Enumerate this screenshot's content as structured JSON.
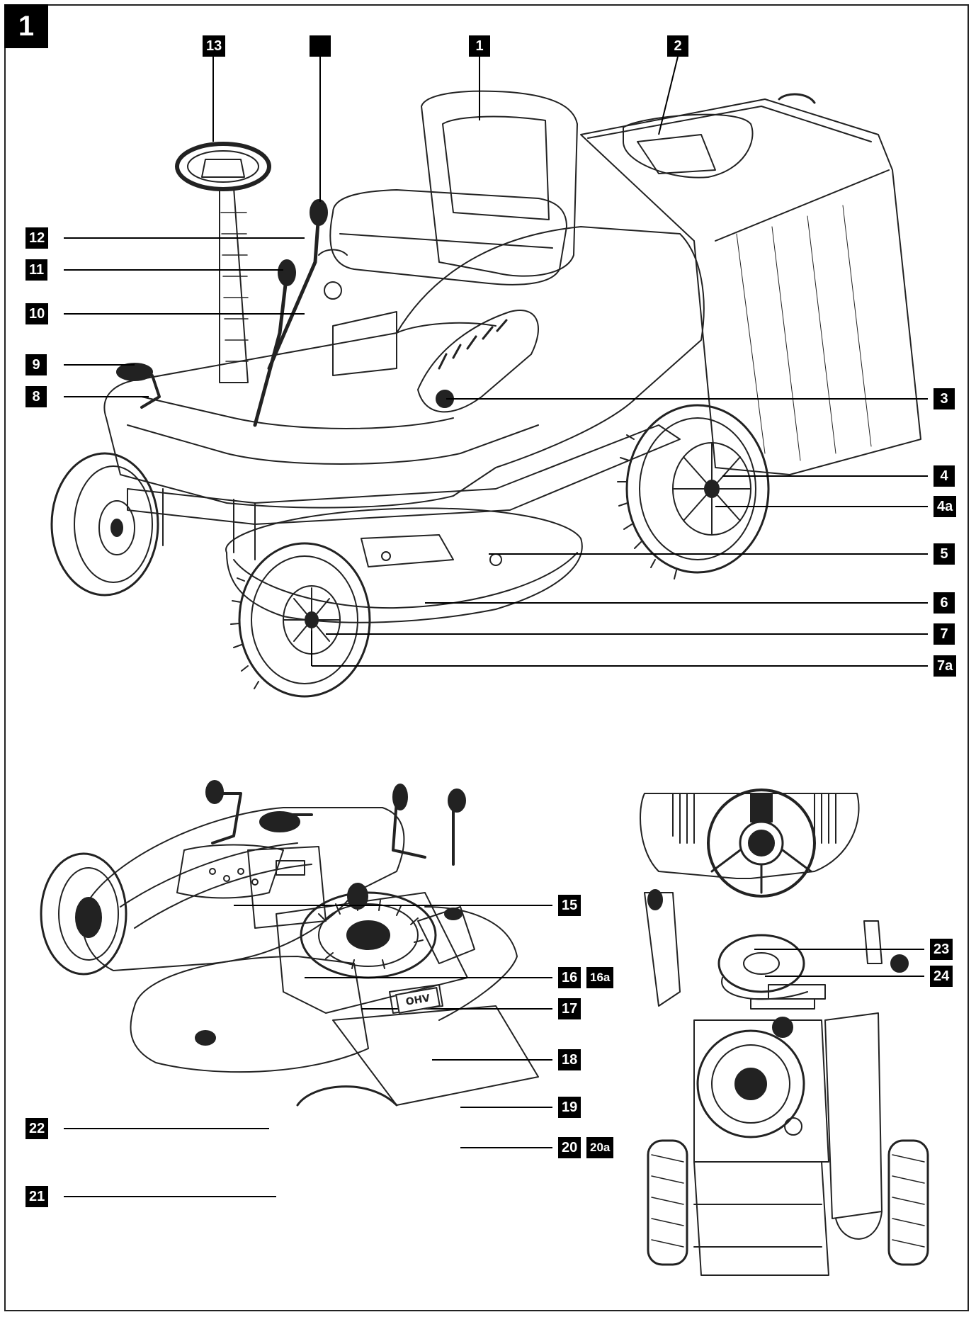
{
  "figure": {
    "number": "1"
  },
  "callouts": {
    "c13": "13",
    "c14": "",
    "c1": "1",
    "c2": "2",
    "c12": "12",
    "c11": "11",
    "c10": "10",
    "c9": "9",
    "c8": "8",
    "c3": "3",
    "c4": "4",
    "c4a": "4a",
    "c5": "5",
    "c6": "6",
    "c7": "7",
    "c7a": "7a",
    "c15": "15",
    "c16": "16",
    "c16a": "16a",
    "c17": "17",
    "c18": "18",
    "c19": "19",
    "c20": "20",
    "c20a": "20a",
    "c21": "21",
    "c22": "22",
    "c23": "23",
    "c24": "24"
  },
  "engine_badge": "OHV",
  "colors": {
    "ink": "#000000",
    "line": "#222222",
    "paper": "#ffffff"
  }
}
